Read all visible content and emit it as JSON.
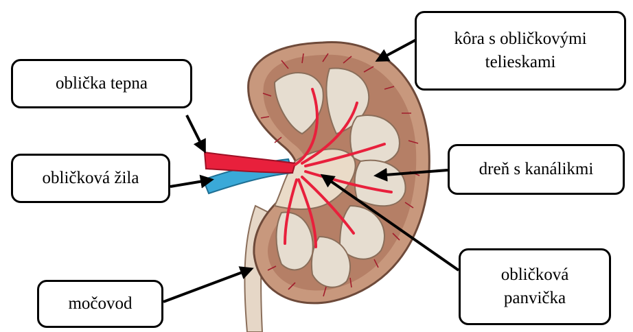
{
  "labels": {
    "cortex": "kôra s obličkovými\ntelieskami",
    "artery": "oblička tepna",
    "vein": "obličková žila",
    "medulla": "dreň s kanálikmi",
    "pelvis": "obličková\npanvička",
    "ureter": "močovod"
  },
  "colors": {
    "capsule": "#c8987d",
    "cortex": "#b57f66",
    "vessel_red": "#e8203c",
    "vein_blue": "#3aa9d8",
    "medulla_pyramid": "#e6ddd0",
    "pelvis": "#eadbc8"
  }
}
